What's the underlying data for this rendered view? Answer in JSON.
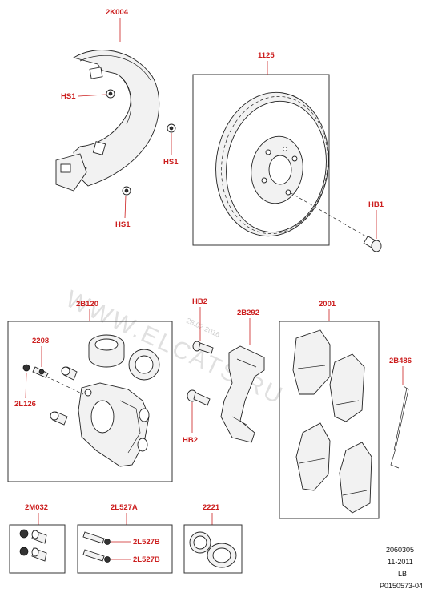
{
  "callouts": {
    "c_2k004": "2K004",
    "c_hs1_a": "HS1",
    "c_hs1_b": "HS1",
    "c_hs1_c": "HS1",
    "c_1125": "1125",
    "c_hb1": "HB1",
    "c_2b120": "2B120",
    "c_2208": "2208",
    "c_2l126": "2L126",
    "c_hb2_a": "HB2",
    "c_2b292": "2B292",
    "c_hb2_b": "HB2",
    "c_2001": "2001",
    "c_2b486": "2B486",
    "c_2m032": "2M032",
    "c_2l527a": "2L527A",
    "c_2l527b_a": "2L527B",
    "c_2l527b_b": "2L527B",
    "c_2221": "2221"
  },
  "watermark": {
    "text": "WWW.ELCATS.RU",
    "date": "28.02.2016"
  },
  "footer": {
    "code": "2060305",
    "date": "11-2011",
    "variant": "LB",
    "ref": "P0150573-04"
  }
}
